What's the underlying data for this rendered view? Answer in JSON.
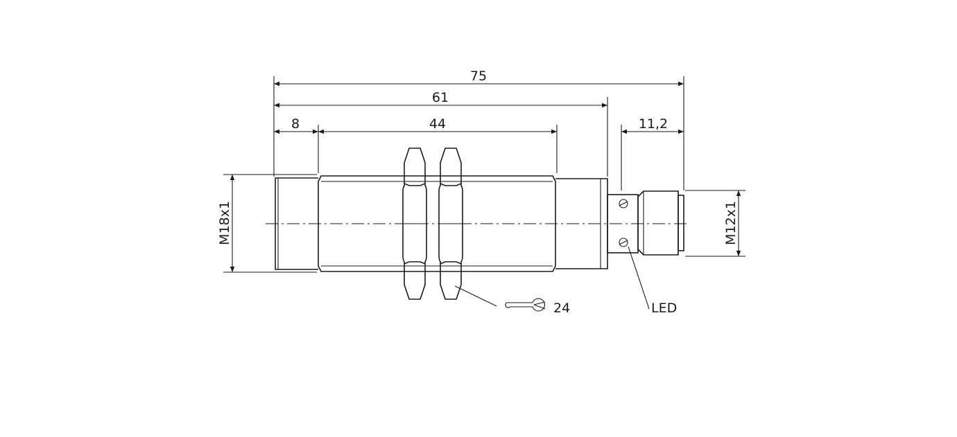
{
  "dimensions": {
    "overall_length": "75",
    "body_length": "61",
    "front_length": "8",
    "thread_length": "44",
    "connector_length": "11,2"
  },
  "labels": {
    "main_thread": "M18x1",
    "connector_thread": "M12x1",
    "wrench_size": "24",
    "led": "LED"
  },
  "icons": {
    "wrench": "open-end-wrench-icon"
  }
}
